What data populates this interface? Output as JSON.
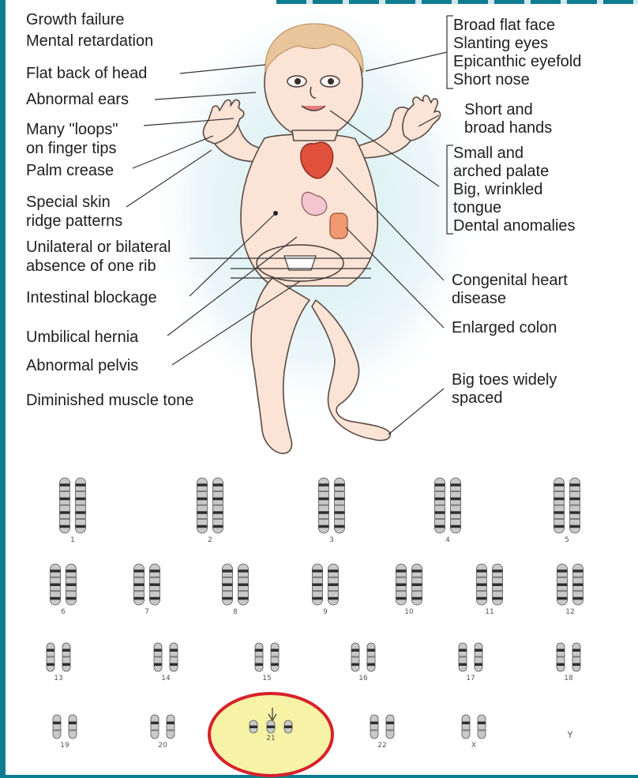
{
  "labels_left": [
    "Growth failure",
    "Mental retardation",
    "Flat back of head",
    "Abnormal ears",
    "Many \"loops\"",
    "on finger tips",
    "Palm crease",
    "Special skin",
    "ridge patterns",
    "Unilateral or bilateral",
    "absence of one rib",
    "Intestinal blockage",
    "Umbilical hernia",
    "Abnormal pelvis",
    "Diminished muscle tone"
  ],
  "labels_right": [
    "Broad flat face",
    "Slanting eyes",
    "Epicanthic eyefold",
    "Short nose",
    "Short and",
    "broad hands",
    "Small and",
    "arched palate",
    "Big, wrinkled",
    "tongue",
    "Dental anomalies",
    "Congenital heart",
    "disease",
    "Enlarged colon",
    "Big toes widely",
    "spaced"
  ],
  "karyotype": {
    "row1": [
      "1",
      "2",
      "3",
      "4",
      "5"
    ],
    "row2": [
      "6",
      "7",
      "8",
      "9",
      "10",
      "11",
      "12"
    ],
    "row3": [
      "13",
      "14",
      "15",
      "16",
      "17",
      "18"
    ],
    "row4": [
      "19",
      "20",
      "21",
      "22",
      "X",
      "Y"
    ],
    "highlighted": "21",
    "highlight_color": "#f7f3a6",
    "highlight_border": "#d8202a"
  },
  "colors": {
    "frame": "#0f7d91",
    "skin": "#fbe3d6",
    "heart": "#e0503a",
    "background_glow": "#cde9ee"
  }
}
